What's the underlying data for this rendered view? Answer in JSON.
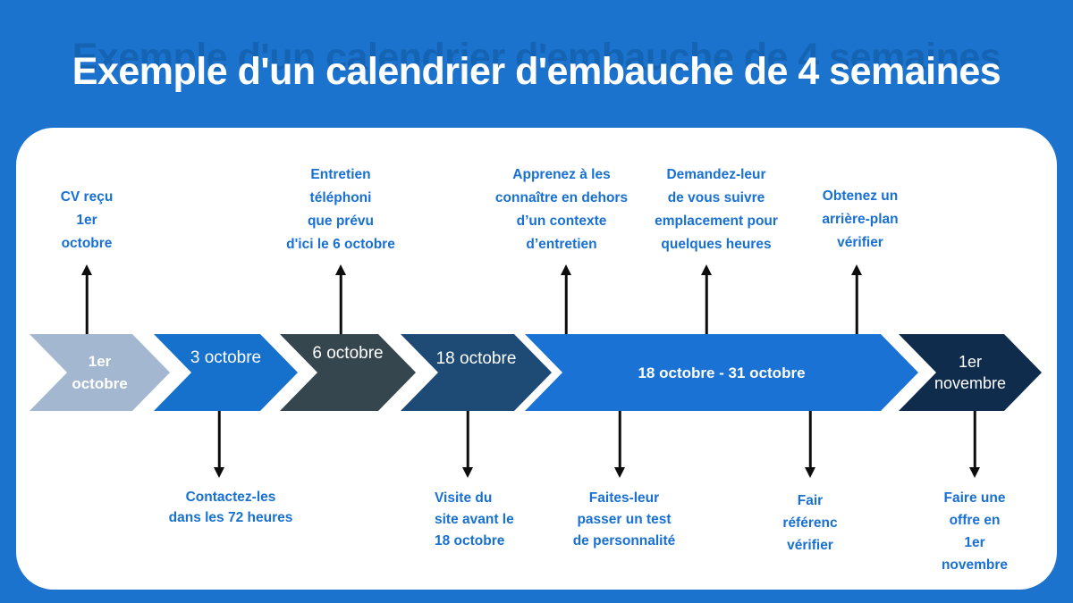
{
  "title": "Exemple d'un calendrier d'embauche de 4 semaines",
  "colors": {
    "background": "#1b73cd",
    "card": "#ffffff",
    "title_text": "#ffffff",
    "title_shadow": "#1564b4",
    "annotation_text": "#1770d2",
    "arrow": "#0d0d0d",
    "segment_colors": [
      "#a3b8d0",
      "#1571cb",
      "#35464f",
      "#1d4b76",
      "#1a73d4",
      "#102c4d"
    ]
  },
  "icons": {
    "up_arrow": "arrow-up",
    "down_arrow": "arrow-down"
  },
  "timeline": {
    "segments": [
      {
        "label": "1er\noctobre"
      },
      {
        "label": "3 octobre"
      },
      {
        "label": "6 octobre"
      },
      {
        "label": "18 octobre"
      },
      {
        "label": "18 octobre - 31 octobre"
      },
      {
        "label": "1er\nnovembre"
      }
    ],
    "top_annotations": [
      {
        "text": "CV reçu\n1er\noctobre"
      },
      {
        "text": "Entretien\ntéléphoni\nque prévu\nd'ici le 6 octobre"
      },
      {
        "text": "Apprenez à les\nconnaître en dehors\nd’un contexte\nd’entretien"
      },
      {
        "text": "Demandez-leur\nde vous suivre\nemplacement pour\nquelques heures"
      },
      {
        "text": "Obtenez un\narrière-plan\nvérifier"
      }
    ],
    "bottom_annotations": [
      {
        "text": "Contactez-les\ndans les 72 heures"
      },
      {
        "text": "Visite du\nsite avant le\n18 octobre"
      },
      {
        "text": "Faites-leur\npasser un test\nde personnalité"
      },
      {
        "text": "Fair\nréférenc\nvérifier"
      },
      {
        "text": "Faire une\noffre en\n1er\nnovembre"
      }
    ]
  }
}
